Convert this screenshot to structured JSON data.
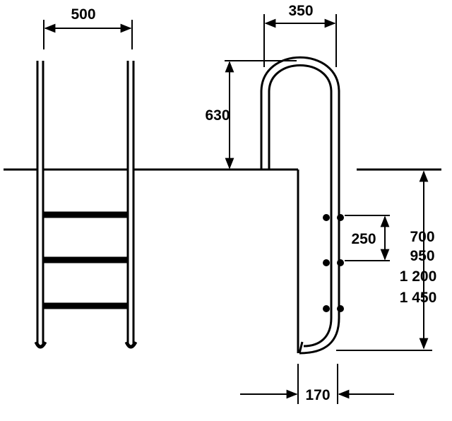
{
  "dimensions": {
    "ladder_width": "500",
    "depth_width": "350",
    "handrail_height": "630",
    "step_spacing": "250",
    "depth_options": [
      "700",
      "950",
      "1 200",
      "1 450"
    ],
    "base_offset": "170"
  },
  "colors": {
    "ink": "#000000",
    "background": "#ffffff"
  }
}
